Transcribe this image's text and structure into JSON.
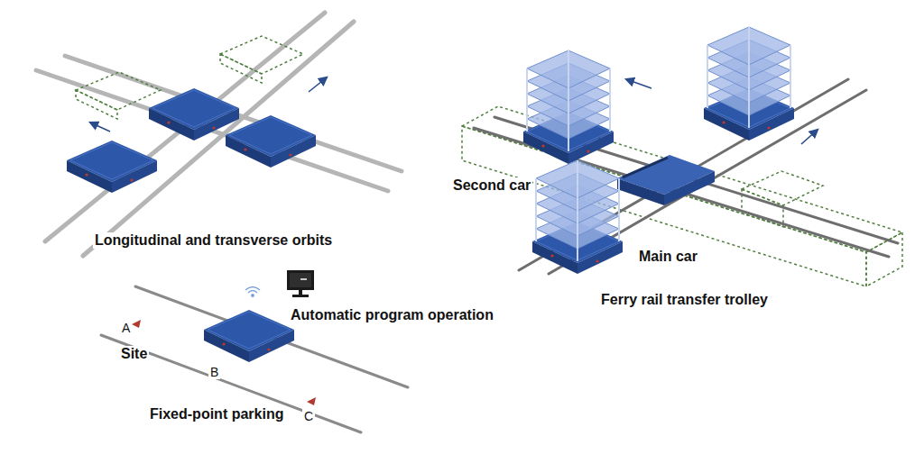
{
  "diagram": {
    "labels": [
      "Longitudinal and transverse orbits",
      "Second car",
      "Main car",
      "Ferry rail transfer trolley",
      "Automatic program operation",
      "A",
      "Site",
      "B",
      "C",
      "Fixed-point parking"
    ]
  }
}
